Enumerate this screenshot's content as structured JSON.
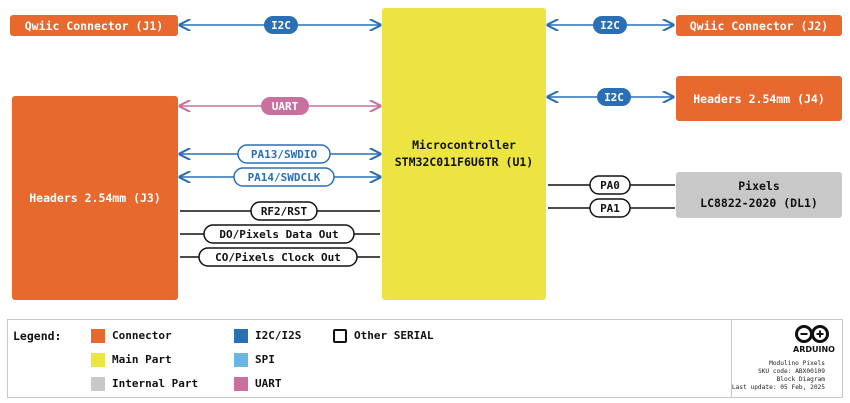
{
  "blocks": {
    "qwiic_j1": "Qwiic Connector (J1)",
    "qwiic_j2": "Qwiic Connector (J2)",
    "headers_j4": "Headers 2.54mm (J4)",
    "headers_j3": "Headers 2.54mm (J3)",
    "mcu_line1": "Microcontroller",
    "mcu_line2": "STM32C011F6U6TR (U1)",
    "pixels_line1": "Pixels",
    "pixels_line2": "LC8822-2020 (DL1)"
  },
  "links": {
    "i2c_left": "I2C",
    "i2c_right": "I2C",
    "i2c_j4": "I2C",
    "uart": "UART",
    "pa13": "PA13/SWDIO",
    "pa14": "PA14/SWDCLK",
    "rf2": "RF2/RST",
    "do": "DO/Pixels Data Out",
    "co": "CO/Pixels Clock Out",
    "pa0": "PA0",
    "pa1": "PA1"
  },
  "legend": {
    "title": "Legend:",
    "connector": "Connector",
    "main_part": "Main Part",
    "internal_part": "Internal Part",
    "i2c_i2s": "I2C/I2S",
    "spi": "SPI",
    "uart": "UART",
    "other_serial": "Other SERIAL"
  },
  "colors": {
    "connector": "#e8692e",
    "main_part": "#ebe441",
    "internal_part": "#c8c8c8",
    "i2c": "#2a6fb3",
    "spi": "#6cb4e4",
    "uart": "#c9709f",
    "other_serial": "#111111"
  },
  "footer": {
    "brand": "ARDUINO",
    "product": "Modulino Pixels",
    "sku": "SKU code: ABX00109",
    "doc_type": "Block Diagram",
    "last_update": "Last update: 05 Feb, 2025"
  }
}
